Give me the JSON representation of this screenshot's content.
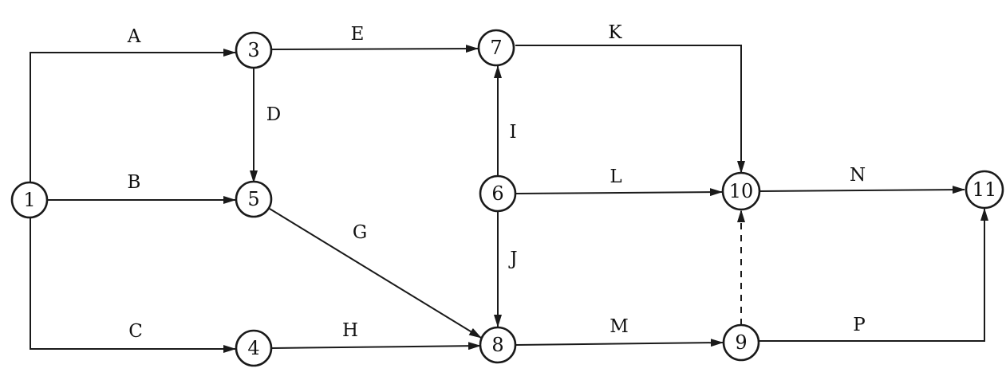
{
  "nodes": [
    {
      "id": "1",
      "label": "1"
    },
    {
      "id": "3",
      "label": "3"
    },
    {
      "id": "4",
      "label": "4"
    },
    {
      "id": "5",
      "label": "5"
    },
    {
      "id": "6",
      "label": "6"
    },
    {
      "id": "7",
      "label": "7"
    },
    {
      "id": "8",
      "label": "8"
    },
    {
      "id": "9",
      "label": "9"
    },
    {
      "id": "10",
      "label": "10"
    },
    {
      "id": "11",
      "label": "11"
    }
  ],
  "edges": [
    {
      "id": "A",
      "label": "A",
      "from": "1",
      "to": "3",
      "dashed": false
    },
    {
      "id": "B",
      "label": "B",
      "from": "1",
      "to": "5",
      "dashed": false
    },
    {
      "id": "C",
      "label": "C",
      "from": "1",
      "to": "4",
      "dashed": false
    },
    {
      "id": "D",
      "label": "D",
      "from": "3",
      "to": "5",
      "dashed": false
    },
    {
      "id": "E",
      "label": "E",
      "from": "3",
      "to": "7",
      "dashed": false
    },
    {
      "id": "G",
      "label": "G",
      "from": "5",
      "to": "8",
      "dashed": false
    },
    {
      "id": "H",
      "label": "H",
      "from": "4",
      "to": "8",
      "dashed": false
    },
    {
      "id": "I",
      "label": "I",
      "from": "6",
      "to": "7",
      "dashed": false
    },
    {
      "id": "J",
      "label": "J",
      "from": "6",
      "to": "8",
      "dashed": false
    },
    {
      "id": "K",
      "label": "K",
      "from": "7",
      "to": "10",
      "dashed": false
    },
    {
      "id": "L",
      "label": "L",
      "from": "6",
      "to": "10",
      "dashed": false
    },
    {
      "id": "M",
      "label": "M",
      "from": "8",
      "to": "9",
      "dashed": false
    },
    {
      "id": "N",
      "label": "N",
      "from": "10",
      "to": "11",
      "dashed": false
    },
    {
      "id": "P",
      "label": "P",
      "from": "9",
      "to": "11",
      "dashed": false
    },
    {
      "id": "dummy-9-10",
      "label": "",
      "from": "9",
      "to": "10",
      "dashed": true
    }
  ]
}
